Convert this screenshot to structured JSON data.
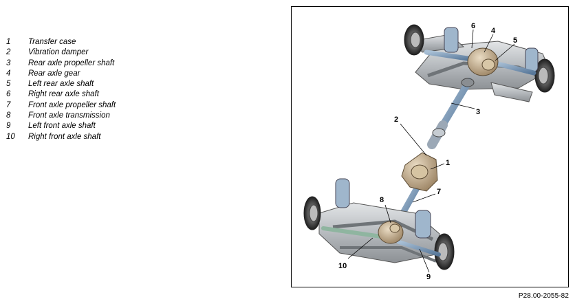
{
  "legend": [
    {
      "num": "1",
      "label": "Transfer case"
    },
    {
      "num": "2",
      "label": "Vibration damper"
    },
    {
      "num": "3",
      "label": "Rear axle propeller shaft"
    },
    {
      "num": "4",
      "label": "Rear axle gear"
    },
    {
      "num": "5",
      "label": "Left rear axle shaft"
    },
    {
      "num": "6",
      "label": "Right rear axle shaft"
    },
    {
      "num": "7",
      "label": "Front axle propeller shaft"
    },
    {
      "num": "8",
      "label": "Front axle transmission"
    },
    {
      "num": "9",
      "label": "Left front axle shaft"
    },
    {
      "num": "10",
      "label": "Right front axle shaft"
    }
  ],
  "figure_ref": "P28.00-2055-82",
  "colors": {
    "shaft": "#7896b4",
    "gear": "#c8b494",
    "frame": "#bfc3c7",
    "spring": "#9fb6cc"
  }
}
